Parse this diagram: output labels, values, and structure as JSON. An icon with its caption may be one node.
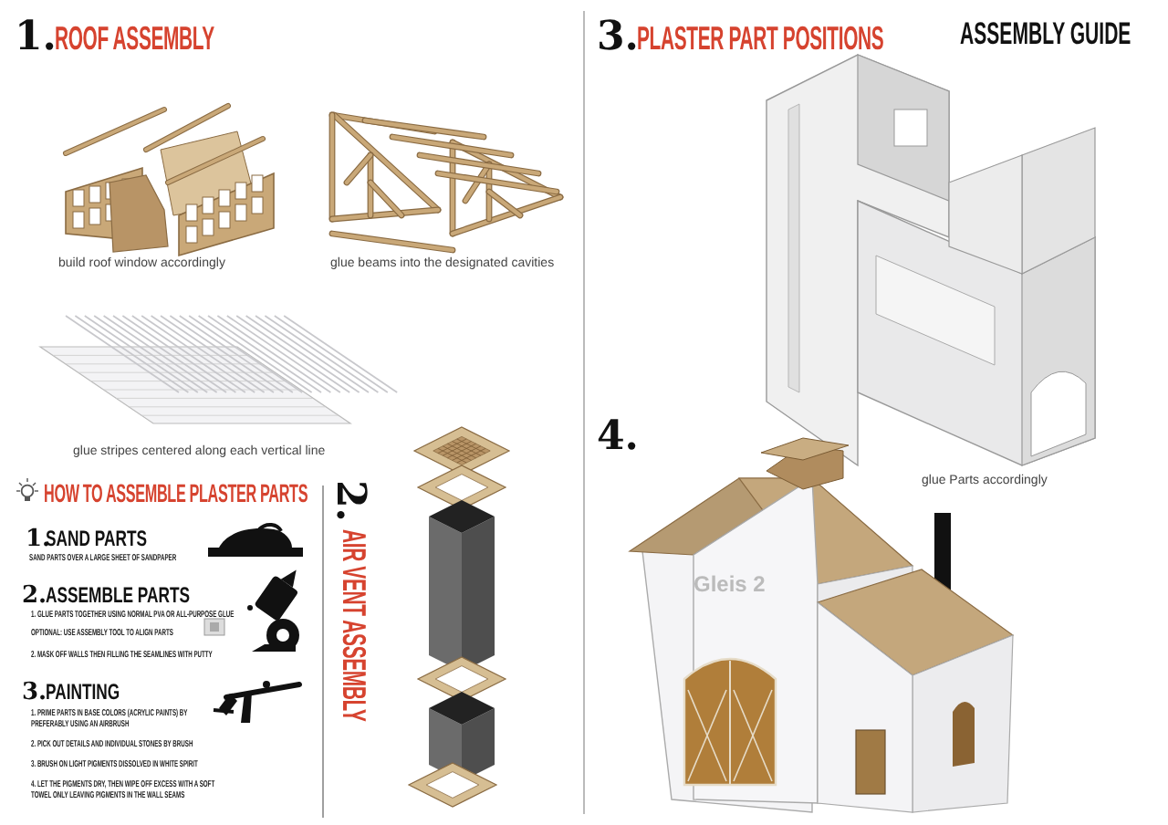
{
  "diagram": {
    "title": "ASSEMBLY GUIDE",
    "labels": [
      "1.",
      "ROOF ASSEMBLY",
      "build roof window accordingly",
      "glue beams into the designated cavities",
      "glue stripes centered along each vertical line",
      "HOW TO ASSEMBLE PLASTER PARTS",
      "1.",
      "SAND PARTS",
      "SAND PARTS OVER A LARGE SHEET OF SANDPAPER",
      "2.",
      "ASSEMBLE PARTS",
      "1. GLUE PARTS TOGETHER USING NORMAL PVA OR ALL-PURPOSE GLUE",
      "**OPTIONAL:** USE ASSEMBLY TOOL TO ALIGN PARTS",
      "2. MASK OFF WALLS THEN FILLING THE SEAMLINES WITH PUTTY",
      "3.",
      "PAINTING",
      "1. PRIME PARTS IN BASE COLORS (ACRYLIC PAINTS) BY PREFERABLY USING AN AIRBRUSH",
      "2. PICK OUT DETAILS AND INDIVIDUAL STONES BY BRUSH",
      "3. BRUSH ON LIGHT PIGMENTS DISSOLVED IN WHITE SPIRIT",
      "4. LET THE PIGMENTS DRY, THEN WIPE OFF EXCESS WITH A SOFT TOWEL ONLY LEAVING PIGMENTS IN THE WALL SEAMS",
      "2.",
      "AIR VENT ASSEMBLY",
      "3.",
      "PLASTER PART POSITIONS",
      "glue Parts accordingly",
      "4.",
      "Gleis 2"
    ]
  }
}
